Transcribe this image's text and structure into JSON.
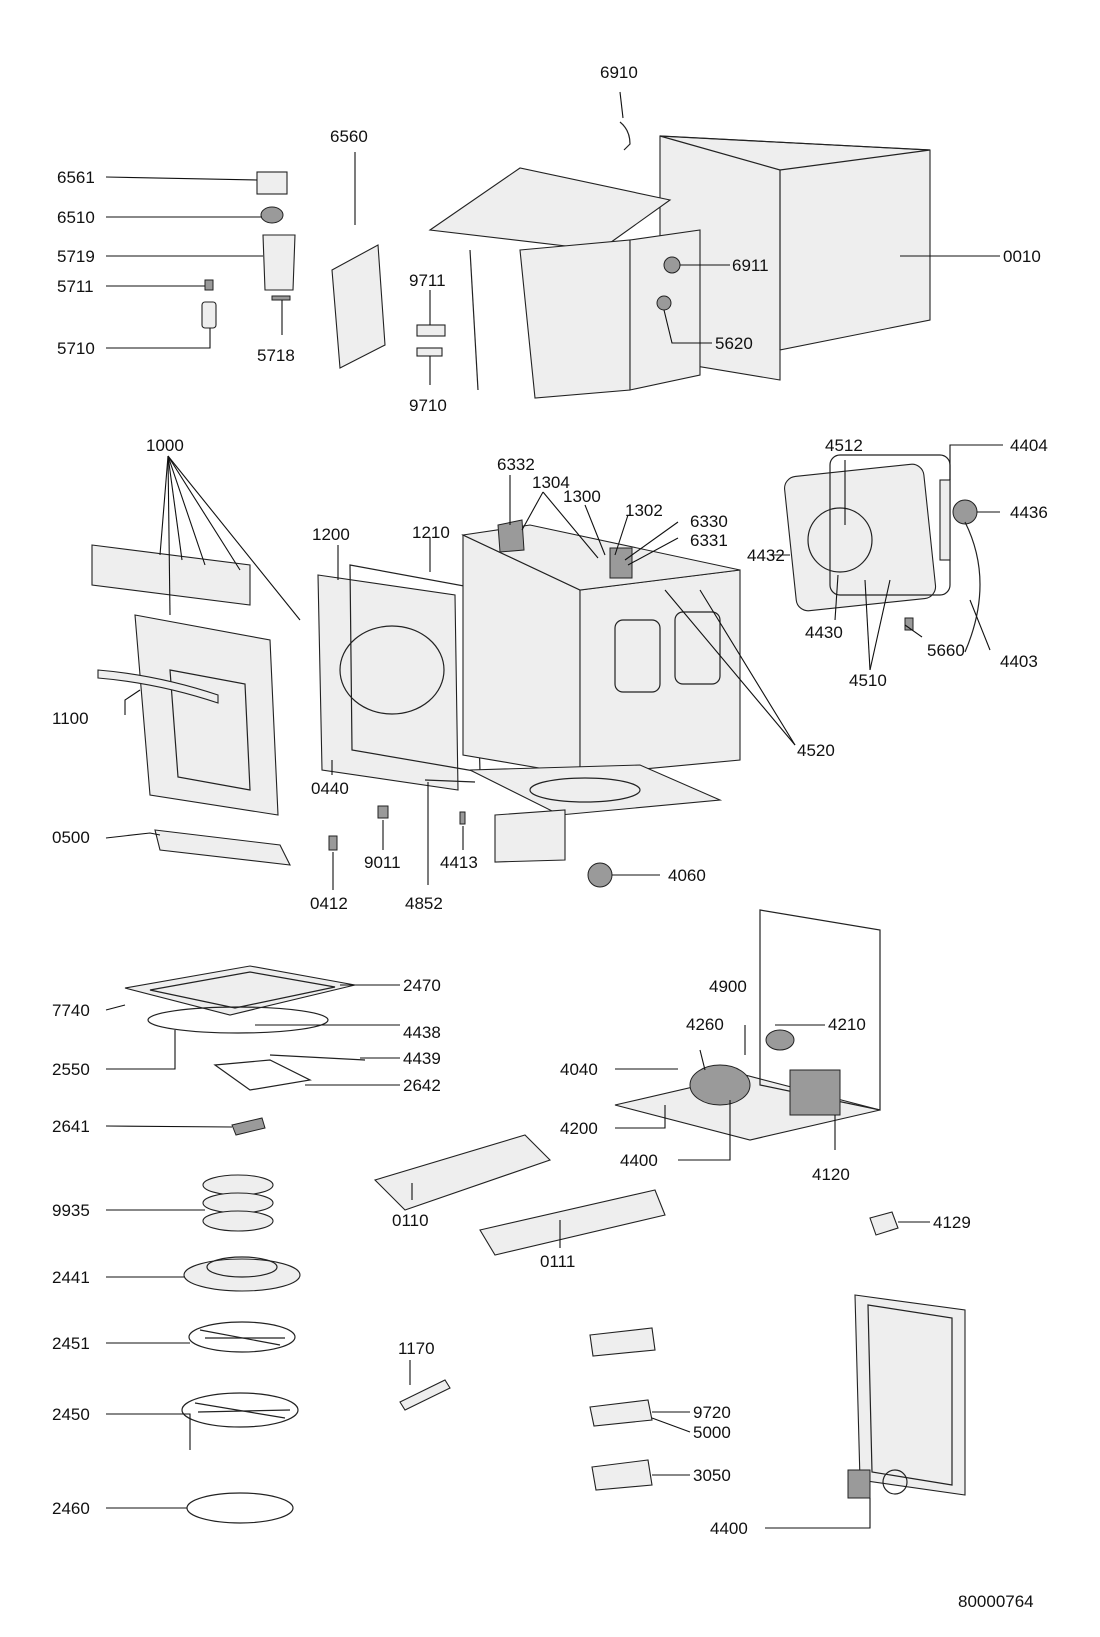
{
  "labels": {
    "l6910": "6910",
    "l6560": "6560",
    "l6561": "6561",
    "l6510": "6510",
    "l5719": "5719",
    "l5711": "5711",
    "l5710": "5710",
    "l5718": "5718",
    "l9711": "9711",
    "l9710": "9710",
    "l6911": "6911",
    "l5620": "5620",
    "l0010": "0010",
    "l1000": "1000",
    "l6332": "6332",
    "l1304": "1304",
    "l1300": "1300",
    "l1302": "1302",
    "l6330": "6330",
    "l6331": "6331",
    "l4512": "4512",
    "l4404": "4404",
    "l4436": "4436",
    "l1200": "1200",
    "l1210": "1210",
    "l4432": "4432",
    "l4430": "4430",
    "l5660": "5660",
    "l4403": "4403",
    "l4510": "4510",
    "l1100": "1100",
    "l4520": "4520",
    "l0440": "0440",
    "l0500": "0500",
    "l9011": "9011",
    "l4413": "4413",
    "l0412": "0412",
    "l4852": "4852",
    "l4060": "4060",
    "l2470": "2470",
    "l7740": "7740",
    "l4438": "4438",
    "l2550": "2550",
    "l4439": "4439",
    "l2642": "2642",
    "l2641": "2641",
    "l4900": "4900",
    "l4260": "4260",
    "l4210": "4210",
    "l4040": "4040",
    "l4200": "4200",
    "l4400a": "4400",
    "l4120": "4120",
    "l9935": "9935",
    "l0110": "0110",
    "l0111": "0111",
    "l4129": "4129",
    "l2441": "2441",
    "l2451": "2451",
    "l1170": "1170",
    "l2450": "2450",
    "l9720": "9720",
    "l5000": "5000",
    "l3050": "3050",
    "l2460": "2460",
    "l4400b": "4400"
  },
  "document_number": "80000764"
}
